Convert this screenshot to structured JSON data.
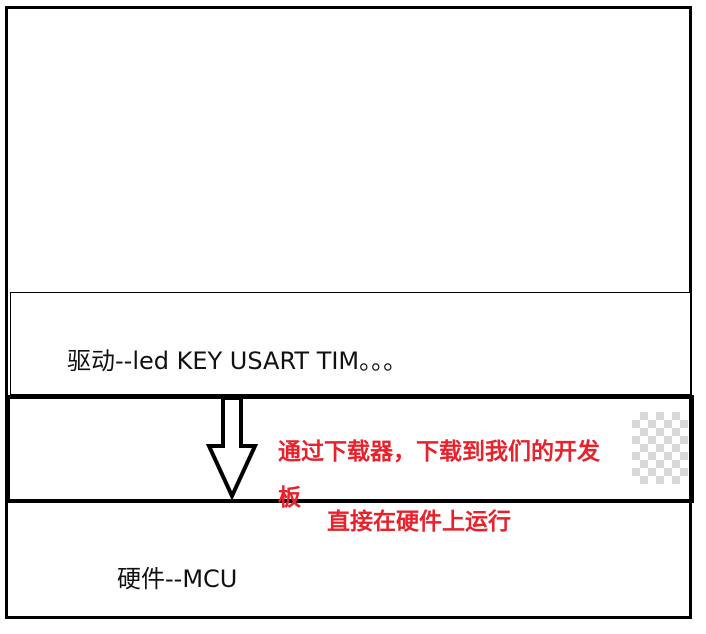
{
  "diagram": {
    "driver_layer": {
      "label": "驱动--led KEY  USART TIM。。。"
    },
    "transfer": {
      "line1": "通过下载器，下载到我们的开发",
      "line2": "板",
      "line3": "直接在硬件上运行",
      "accent_color": "#e8212b"
    },
    "hardware_layer": {
      "label": "硬件--MCU"
    },
    "icons": {
      "arrow": "down-arrow-icon",
      "transparency": "checkerboard-pattern"
    }
  }
}
